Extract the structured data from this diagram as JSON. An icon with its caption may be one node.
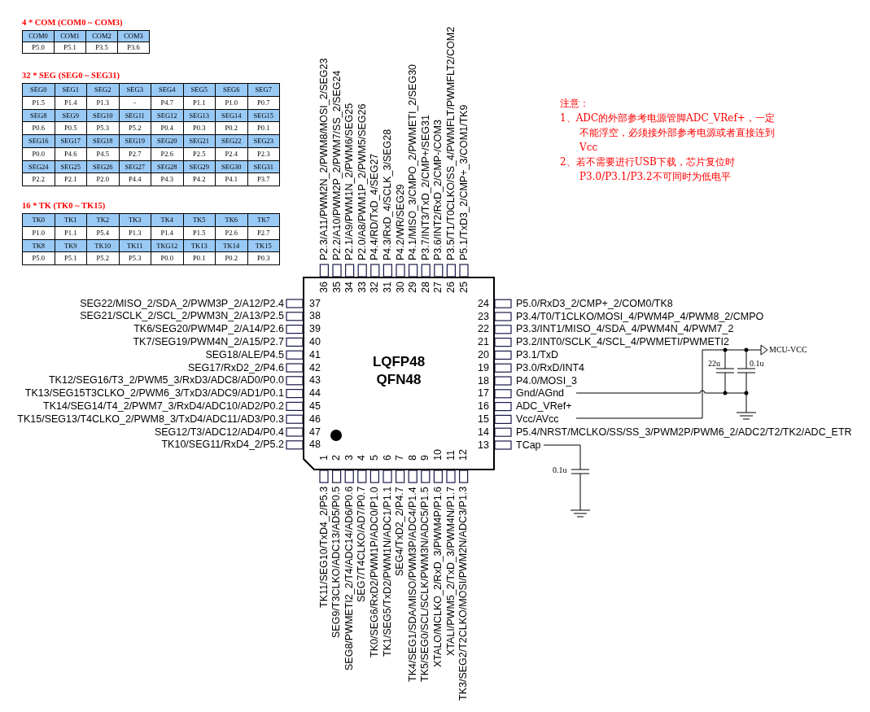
{
  "diagram": {
    "nodes": [
      {
        "text": [
          "LQFP48",
          "QFN48"
        ]
      }
    ],
    "labels": [
      "4 * COM (COM0 ~ COM3)",
      "COM0",
      "COM1",
      "COM2",
      "COM3",
      "P5.0",
      "P5.1",
      "P3.5",
      "P3.6",
      "32 * SEG (SEG0 ~ SEG31)",
      "SEG0",
      "SEG1",
      "SEG2",
      "SEG3",
      "SEG4",
      "SEG5",
      "SEG6",
      "SEG7",
      "P1.5",
      "P1.4",
      "P1.3",
      "-",
      "P4.7",
      "P1.1",
      "P1.0",
      "P0.7",
      "SEG8",
      "SEG9",
      "SEG10",
      "SEG11",
      "SEG12",
      "SEG13",
      "SEG14",
      "SEG15",
      "P0.6",
      "P0.5",
      "P5.3",
      "P5.2",
      "P0.4",
      "P0.3",
      "P0.2",
      "P0.1",
      "SEG16",
      "SEG17",
      "SEG18",
      "SEG19",
      "SEG20",
      "SEG21",
      "SEG22",
      "SEG23",
      "P0.0",
      "P4.6",
      "P4.5",
      "P2.7",
      "P2.6",
      "P2.5",
      "P2.4",
      "P2.3",
      "SEG24",
      "SEG25",
      "SEG26",
      "SEG27",
      "SEG28",
      "SEG29",
      "SEG30",
      "SEG31",
      "P2.2",
      "P2.1",
      "P2.0",
      "P4.4",
      "P4.3",
      "P4.2",
      "P4.1",
      "P3.7",
      "16 * TK (TK0 ~ TK15)",
      "TK0",
      "TK1",
      "TK2",
      "TK3",
      "TK4",
      "TK5",
      "TK6",
      "TK7",
      "P1.0",
      "P1.1",
      "P5.4",
      "P1.3",
      "P1.4",
      "P1.5",
      "P2.6",
      "P2.7",
      "TK8",
      "TK9",
      "TK10",
      "TK11",
      "TKG12",
      "TK13",
      "TK14",
      "TK15",
      "P5.0",
      "P5.1",
      "P5.2",
      "P5.3",
      "P0.0",
      "P0.1",
      "P0.2",
      "P0.3",
      "注意：",
      "1、ADC的外部参考电源管脚ADC_VRef+，一定不能浮空，必须接外部参考电源或者直接连到Vcc",
      "2、若不需要进行USB下载，芯片复位时P3.0/P3.1/P3.2不可同时为低电平",
      "1",
      "TK11/SEG10/TxD4_2/P5.3",
      "2",
      "SEG9/T3CLKO/ADC13/AD5/P0.5",
      "3",
      "SEG8/PWMETI2_2/T4/ADC14/AD6/P0.6",
      "4",
      "SEG7/T4CLKO/AD7/P0.7",
      "5",
      "TK0/SEG6/RxD2/PWM1P/ADC0/P1.0",
      "6",
      "TK1/SEG5/TxD2/PWM1N/ADC1/P1.1",
      "7",
      "SEG4/TxD2_2/P4.7",
      "8",
      "TK4/SEG1/SDA/MISO/PWM3P/ADC4/P1.4",
      "9",
      "TK5/SEG0/SCL/SCLK/PWM3N/ADC5/P1.5",
      "10",
      "XTALO/MCLKO_2/RxD_3/PWM4P/P1.6",
      "11",
      "XTALI/PWM5_2/TxD_3/PWM4N/P1.7",
      "12",
      "TK3/SEG2/T2CLKO/MOSI/PWM2N/ADC3/P1.3",
      "13",
      "TCap",
      "14",
      "P5.4/NRST/MCLKO/SS/SS_3/PWM2P/PWM6_2/ADC2/T2/TK2/ADC_ETR",
      "15",
      "Vcc/AVcc",
      "16",
      "ADC_VRef+",
      "17",
      "Gnd/AGnd",
      "18",
      "P4.0/MOSI_3",
      "19",
      "P3.0/RxD/INT4",
      "20",
      "P3.1/TxD",
      "21",
      "P3.2/INT0/SCLK_4/SCL_4/PWMETI/PWMETI2",
      "22",
      "P3.3/INT1/MISO_4/SDA_4/PWM4N_4/PWM7_2",
      "23",
      "P3.4/T0/T1CLKO/MOSI_4/PWM4P_4/PWM8_2/CMPO",
      "24",
      "P5.0/RxD3_2/CMP+_2/COM0/TK8",
      "25",
      "P5.1/TxD3_2/CMP+_3/COM1/TK9",
      "26",
      "P3.5/T1/T0CLKO/SS_4/PWMFLT/PWMFLT2/COM2",
      "27",
      "P3.6/INT2/RxD_2/CMP-/COM3",
      "28",
      "P3.7/INT3/TxD_2/CMP+/SEG31",
      "29",
      "P4.1/MISO_3/CMPO_2/PWMETI_2/SEG30",
      "30",
      "P4.2/WR/SEG29",
      "31",
      "P4.3/RxD_4/SCLK_3/SEG28",
      "32",
      "P4.4/RD/TxD_4/SEG27",
      "33",
      "P2.0/A8/PWM1P_2/PWM5/SEG26",
      "34",
      "P2.1/A9/PWM1N_2/PWM6/SEG25",
      "35",
      "P2.2/A10/PWM2P_2/PWM7/SS_2/SEG24",
      "36",
      "P2.3/A11/PWM2N_2/PWM8/MOSI_2/SEG23",
      "SEG22/MISO_2/SDA_2/PWM3P_2/A12/P2.4",
      "37",
      "SEG21/SCLK_2/SCL_2/PWM3N_2/A13/P2.5",
      "38",
      "TK6/SEG20/PWM4P_2/A14/P2.6",
      "39",
      "TK7/SEG19/PWM4N_2/A15/P2.7",
      "40",
      "SEG18/ALE/P4.5",
      "41",
      "SEG17/RxD2_2/P4.6",
      "42",
      "TK12/SEG16/T3_2/PWM5_3/RxD3/ADC8/AD0/P0.0",
      "43",
      "TK13/SEG15T3CLKO_2/PWM6_3/TxD3/ADC9/AD1/P0.1",
      "44",
      "TK14/SEG14/T4_2/PWM7_3/RxD4/ADC10/AD2/P0.2",
      "45",
      "TK15/SEG13/T4CLKO_2/PWM8_3/TxD4/ADC11/AD3/P0.3",
      "46",
      "SEG12/T3/ADC12/AD4/P0.4",
      "47",
      "TK10/SEG11/RxD4_2/P5.2",
      "48",
      "MCU-VCC",
      "22u",
      "0.1u",
      "0.1u"
    ]
  }
}
